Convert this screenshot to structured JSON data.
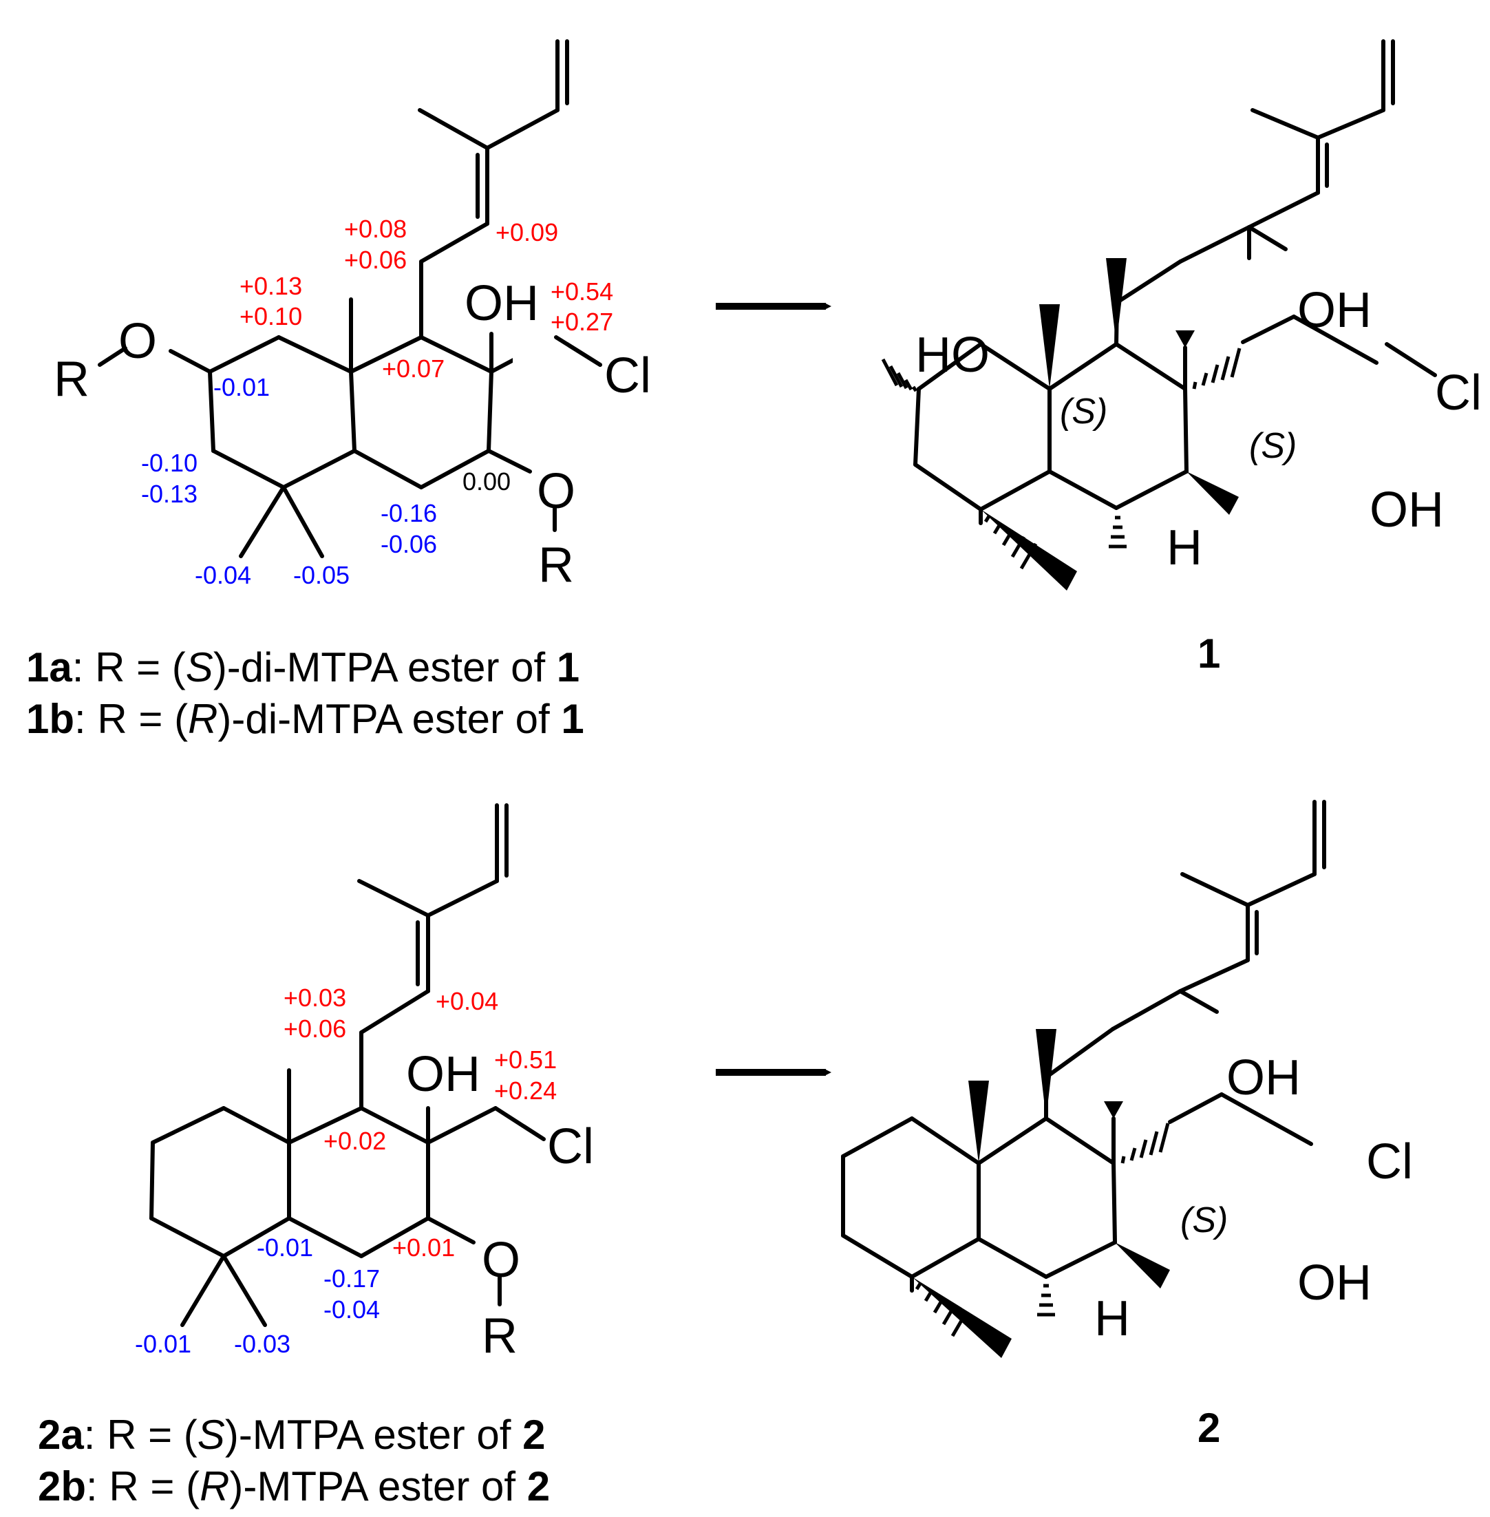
{
  "colors": {
    "positive": "#ff0000",
    "negative": "#0000ff",
    "neutral": "#000000"
  },
  "atoms": {
    "R": "R",
    "O": "O",
    "OH": "OH",
    "HO": "HO",
    "Cl": "Cl",
    "H": "H"
  },
  "stereo": {
    "S": "(S)"
  },
  "mol1a": {
    "deltas": {
      "d1": "+0.08",
      "d2": "+0.06",
      "d3": "+0.09",
      "d4": "+0.13",
      "d5": "+0.10",
      "d6": "+0.54",
      "d7": "+0.27",
      "d8": "-0.01",
      "d9": "+0.07",
      "d10": "-0.10",
      "d11": "-0.13",
      "d12": "0.00",
      "d13": "-0.16",
      "d14": "-0.06",
      "d15": "-0.04",
      "d16": "-0.05"
    }
  },
  "mol2a": {
    "deltas": {
      "d1": "+0.03",
      "d2": "+0.06",
      "d3": "+0.04",
      "d4": "+0.51",
      "d5": "+0.24",
      "d6": "+0.02",
      "d7": "-0.01",
      "d8": "+0.01",
      "d9": "-0.17",
      "d10": "-0.04",
      "d11": "-0.01",
      "d12": "-0.03"
    }
  },
  "captions": {
    "c1a": {
      "id": "1a",
      "sep": ": R = (",
      "cfg": "S",
      "text": ")-di-MTPA ester of ",
      "ref": "1"
    },
    "c1b": {
      "id": "1b",
      "sep": ": R = (",
      "cfg": "R",
      "text": ")-di-MTPA ester of ",
      "ref": "1"
    },
    "c2a": {
      "id": "2a",
      "sep": ": R = (",
      "cfg": "S",
      "text": ")-MTPA ester of ",
      "ref": "2"
    },
    "c2b": {
      "id": "2b",
      "sep": ": R = (",
      "cfg": "R",
      "text": ")-MTPA ester of ",
      "ref": "2"
    }
  },
  "labels": {
    "compound1": "1",
    "compound2": "2"
  }
}
